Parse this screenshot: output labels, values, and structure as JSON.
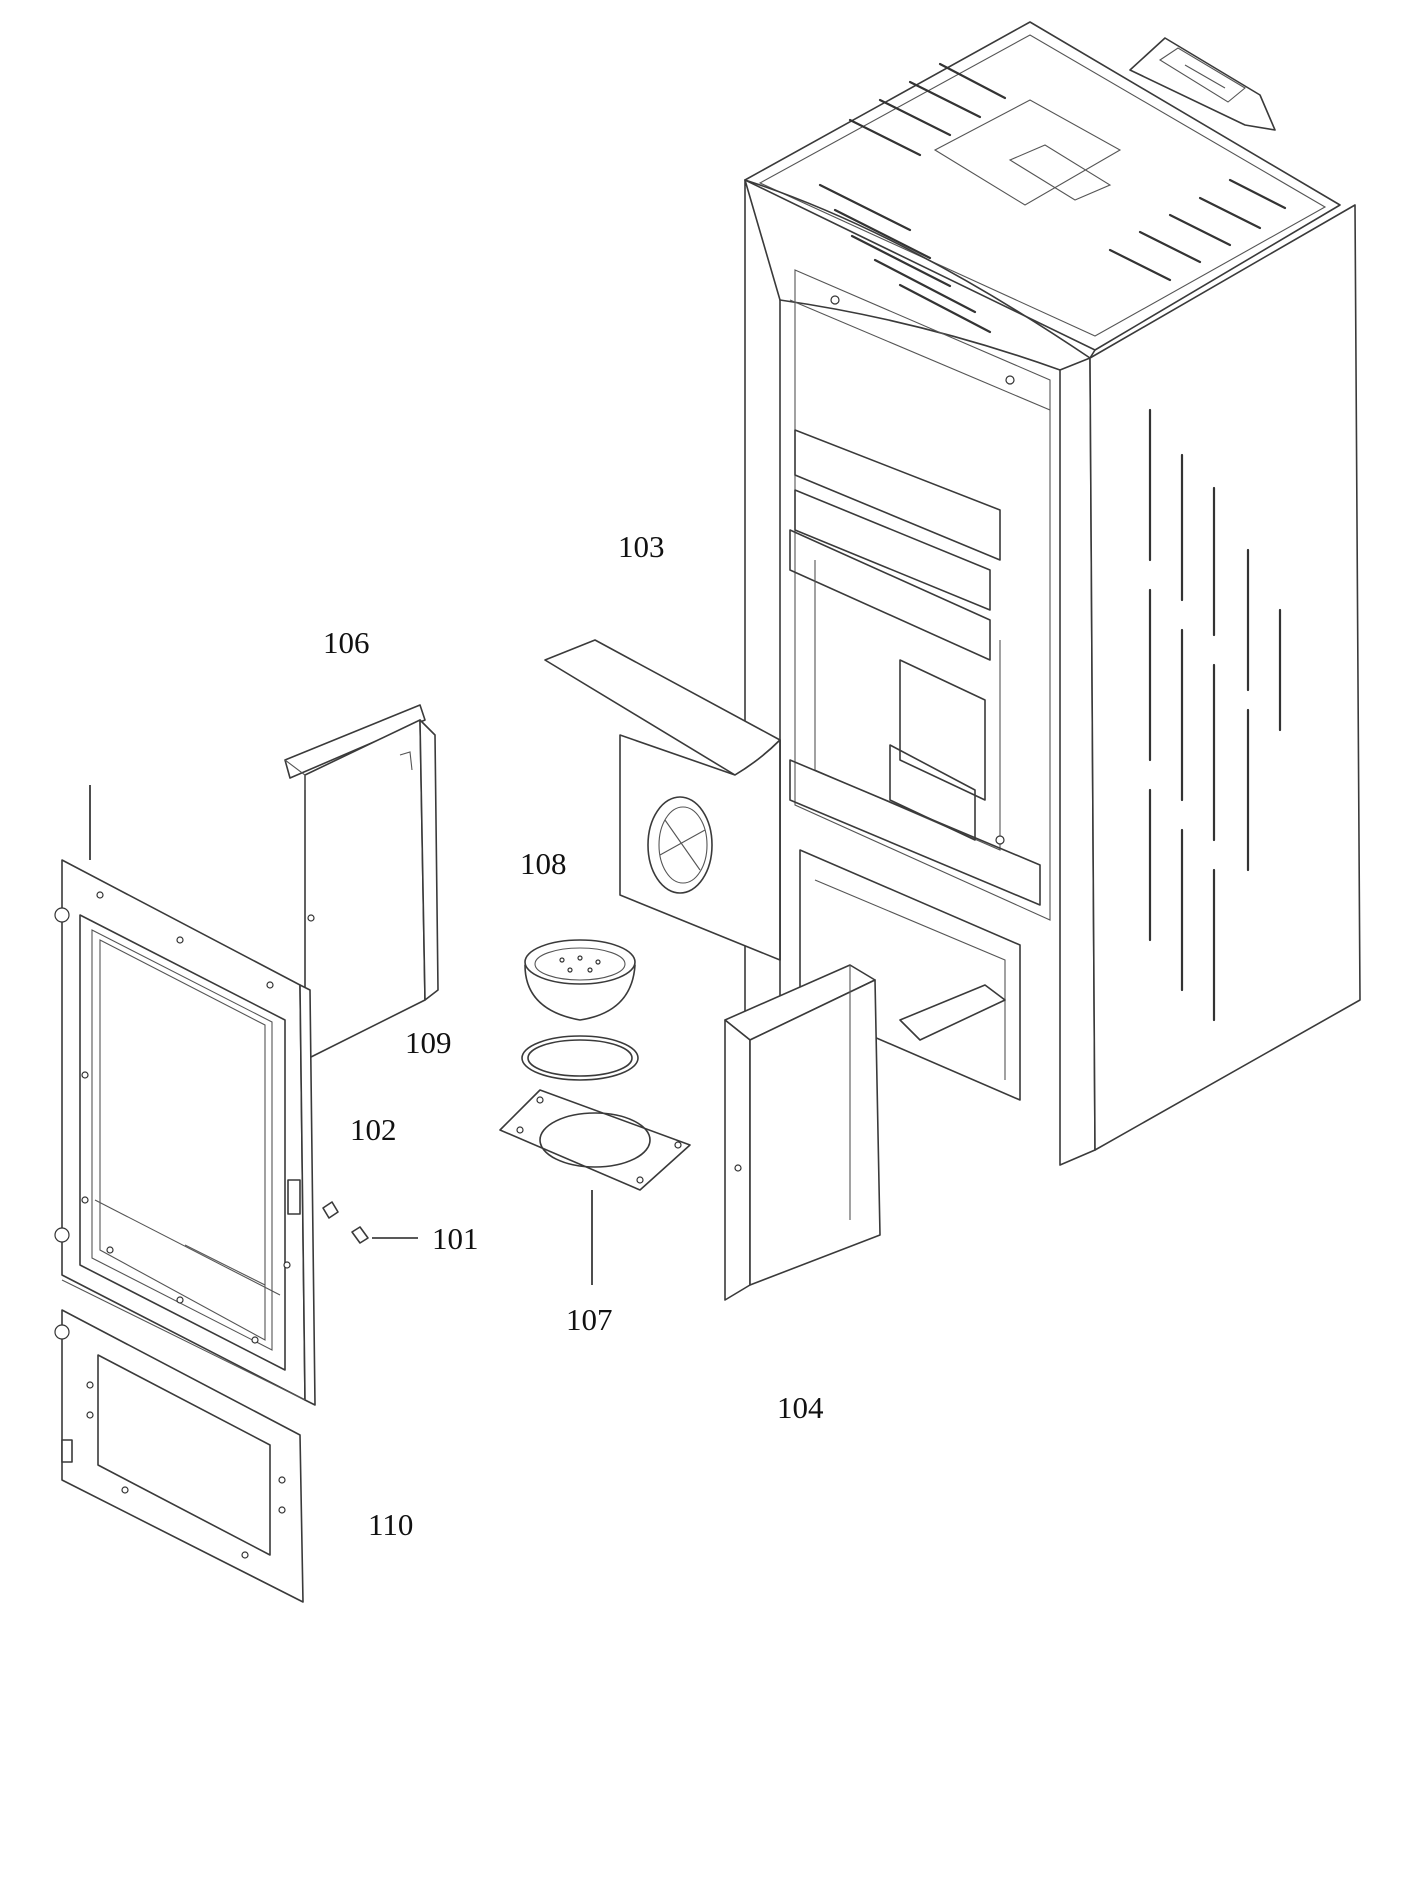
{
  "labels": {
    "l101": "101",
    "l102": "102",
    "l103": "103",
    "l104": "104",
    "l106": "106",
    "l107": "107",
    "l108": "108",
    "l109": "109",
    "l110": "110"
  }
}
